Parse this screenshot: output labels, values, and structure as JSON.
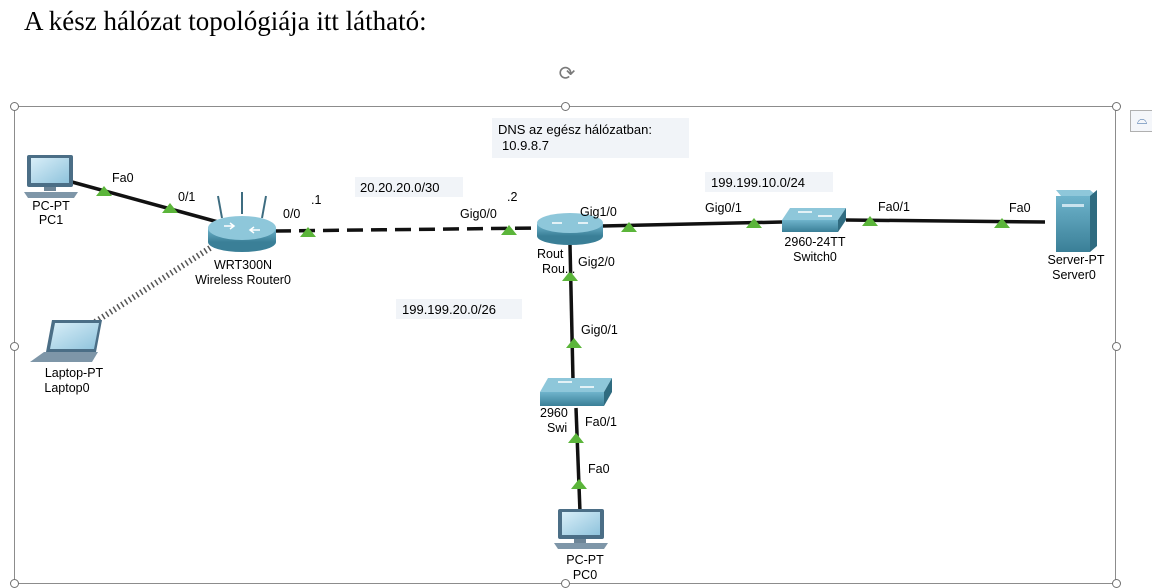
{
  "heading": "A kész hálózat topológiája itt látható:",
  "colors": {
    "link": "#111111",
    "port_indicator": "#5bb53a",
    "device": "#4a90a8",
    "note_bg": "#f1f4f8"
  },
  "icons": {
    "rotate": "rotate-handle-icon",
    "layout": "layout-options-icon"
  },
  "notes": {
    "dns_line1": "DNS az egész hálózatban:",
    "dns_line2": "10.9.8.7",
    "net_router_link": "20.20.20.0/30",
    "net_server_link": "199.199.10.0/24",
    "net_lower_link": "199.199.20.0/26"
  },
  "devices": {
    "pc1": {
      "type": "PC-PT",
      "name": "PC1"
    },
    "laptop0": {
      "type": "Laptop-PT",
      "name": "Laptop0"
    },
    "wireless_router": {
      "type": "WRT300N",
      "name": "Wireless Router0"
    },
    "router0": {
      "type": "Rout",
      "name": "Rou..."
    },
    "switch0": {
      "type": "2960-24TT",
      "name": "Switch0"
    },
    "switch1": {
      "type": "2960",
      "name": "Swi"
    },
    "server0": {
      "type": "Server-PT",
      "name": "Server0"
    },
    "pc0": {
      "type": "PC-PT",
      "name": "PC0"
    }
  },
  "ports": {
    "pc1_fa0": "Fa0",
    "wr_01": "0/1",
    "wr_00": "0/0",
    "wr_ip": ".1",
    "r_ip": ".2",
    "r_gig00": "Gig0/0",
    "r_gig10": "Gig1/0",
    "r_gig20": "Gig2/0",
    "sw0_gig01": "Gig0/1",
    "sw0_fa01": "Fa0/1",
    "srv_fa0": "Fa0",
    "sw1_gig01": "Gig0/1",
    "sw1_fa01": "Fa0/1",
    "pc0_fa0": "Fa0"
  }
}
